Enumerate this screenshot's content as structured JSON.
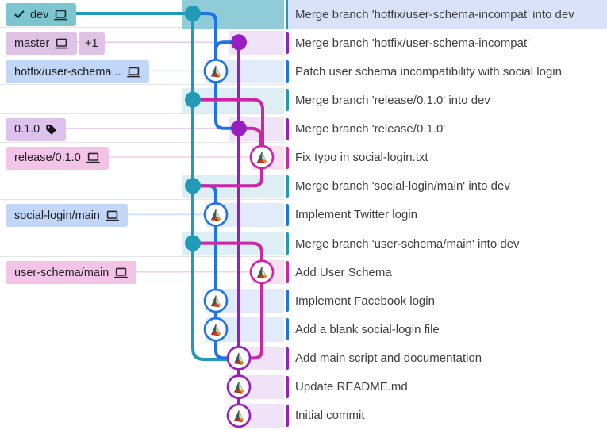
{
  "colors": {
    "teal": "#219ab8",
    "blue": "#1e73e8",
    "purple": "#991ec1",
    "magenta": "#cc25a6",
    "tint_teal": "#ddeff4",
    "tint_blue": "#e2ebfb",
    "tint_purple": "#f1e3f7",
    "tint_magenta": "#f8e0f1",
    "selected_graph": "#8fccd8",
    "selected_msg": "#d9e2f8",
    "label_dev": "#7cc6d2",
    "label_master": "#dfc2e6",
    "label_blue": "#c2d6f8",
    "label_tag": "#ddc2ee",
    "label_pink": "#f4c4e8",
    "conn_master": "#e2cbe9",
    "conn_blue": "#cbdcfa",
    "conn_tag": "#e8d0ee",
    "conn_pink": "#f4cfe9"
  },
  "branch_labels": [
    {
      "name": "dev",
      "checked_out": true,
      "icon": "computer"
    },
    {
      "name": "master",
      "icon": "computer",
      "ahead_badge": "+1"
    },
    {
      "name": "hotfix/user-schema...",
      "icon": "computer"
    },
    {
      "name": "0.1.0",
      "icon": "tag"
    },
    {
      "name": "release/0.1.0",
      "icon": "computer"
    },
    {
      "name": "social-login/main",
      "icon": "computer"
    },
    {
      "name": "user-schema/main",
      "icon": "computer"
    }
  ],
  "commits": [
    {
      "row": 1,
      "message": "Merge branch 'hotfix/user-schema-incompat' into dev",
      "branch": "teal",
      "node": "dot",
      "selected": true
    },
    {
      "row": 2,
      "message": "Merge branch 'hotfix/user-schema-incompat'",
      "branch": "purple",
      "node": "dot"
    },
    {
      "row": 3,
      "message": "Patch user schema incompatibility with social login",
      "branch": "blue",
      "node": "avatar"
    },
    {
      "row": 4,
      "message": "Merge branch 'release/0.1.0' into dev",
      "branch": "teal",
      "node": "dot"
    },
    {
      "row": 5,
      "message": "Merge branch 'release/0.1.0'",
      "branch": "purple",
      "node": "dot"
    },
    {
      "row": 6,
      "message": "Fix typo in social-login.txt",
      "branch": "magenta",
      "node": "avatar"
    },
    {
      "row": 7,
      "message": "Merge branch 'social-login/main' into dev",
      "branch": "teal",
      "node": "dot"
    },
    {
      "row": 8,
      "message": "Implement Twitter login",
      "branch": "blue",
      "node": "avatar"
    },
    {
      "row": 9,
      "message": "Merge branch 'user-schema/main' into dev",
      "branch": "teal",
      "node": "dot"
    },
    {
      "row": 10,
      "message": "Add User Schema",
      "branch": "magenta",
      "node": "avatar"
    },
    {
      "row": 11,
      "message": "Implement Facebook login",
      "branch": "blue",
      "node": "avatar"
    },
    {
      "row": 12,
      "message": "Add a blank social-login file",
      "branch": "blue",
      "node": "avatar"
    },
    {
      "row": 13,
      "message": "Add main script and documentation",
      "branch": "purple",
      "node": "avatar"
    },
    {
      "row": 14,
      "message": "Update README.md",
      "branch": "purple",
      "node": "avatar"
    },
    {
      "row": 15,
      "message": "Initial commit",
      "branch": "purple",
      "node": "avatar"
    }
  ]
}
